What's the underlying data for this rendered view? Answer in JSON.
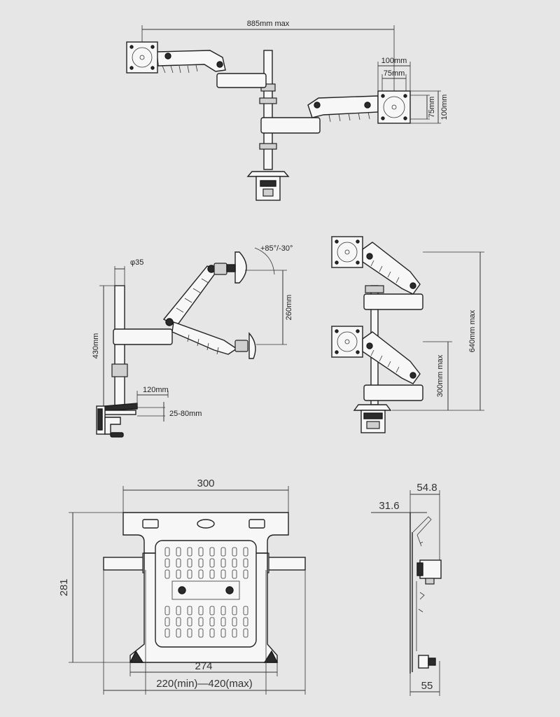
{
  "colors": {
    "background": "#e6e6e6",
    "line": "#222222"
  },
  "views": {
    "top": {
      "span_label": "885mm max",
      "plate_outer_label": "100mm",
      "plate_inner_label": "75mm",
      "plate_vert_inner_label": "75mm",
      "plate_vert_outer_label": "100mm"
    },
    "side": {
      "pole_diameter_label": "φ35",
      "pole_height_label": "430mm",
      "tilt_label": "+85°/-30°",
      "arm_range_label": "260mm",
      "clamp_depth_label": "120mm",
      "clamp_thickness_label": "25-80mm"
    },
    "stacked": {
      "total_height_label": "640mm max",
      "lower_height_label": "300mm max"
    },
    "tray_front": {
      "width_label": "300",
      "height_label": "281",
      "base_width_label": "274",
      "extension_label": "220(min)—420(max)"
    },
    "tray_side": {
      "depth_top_label": "54.8",
      "depth_mid_label": "31.6",
      "depth_bottom_label": "55"
    }
  }
}
